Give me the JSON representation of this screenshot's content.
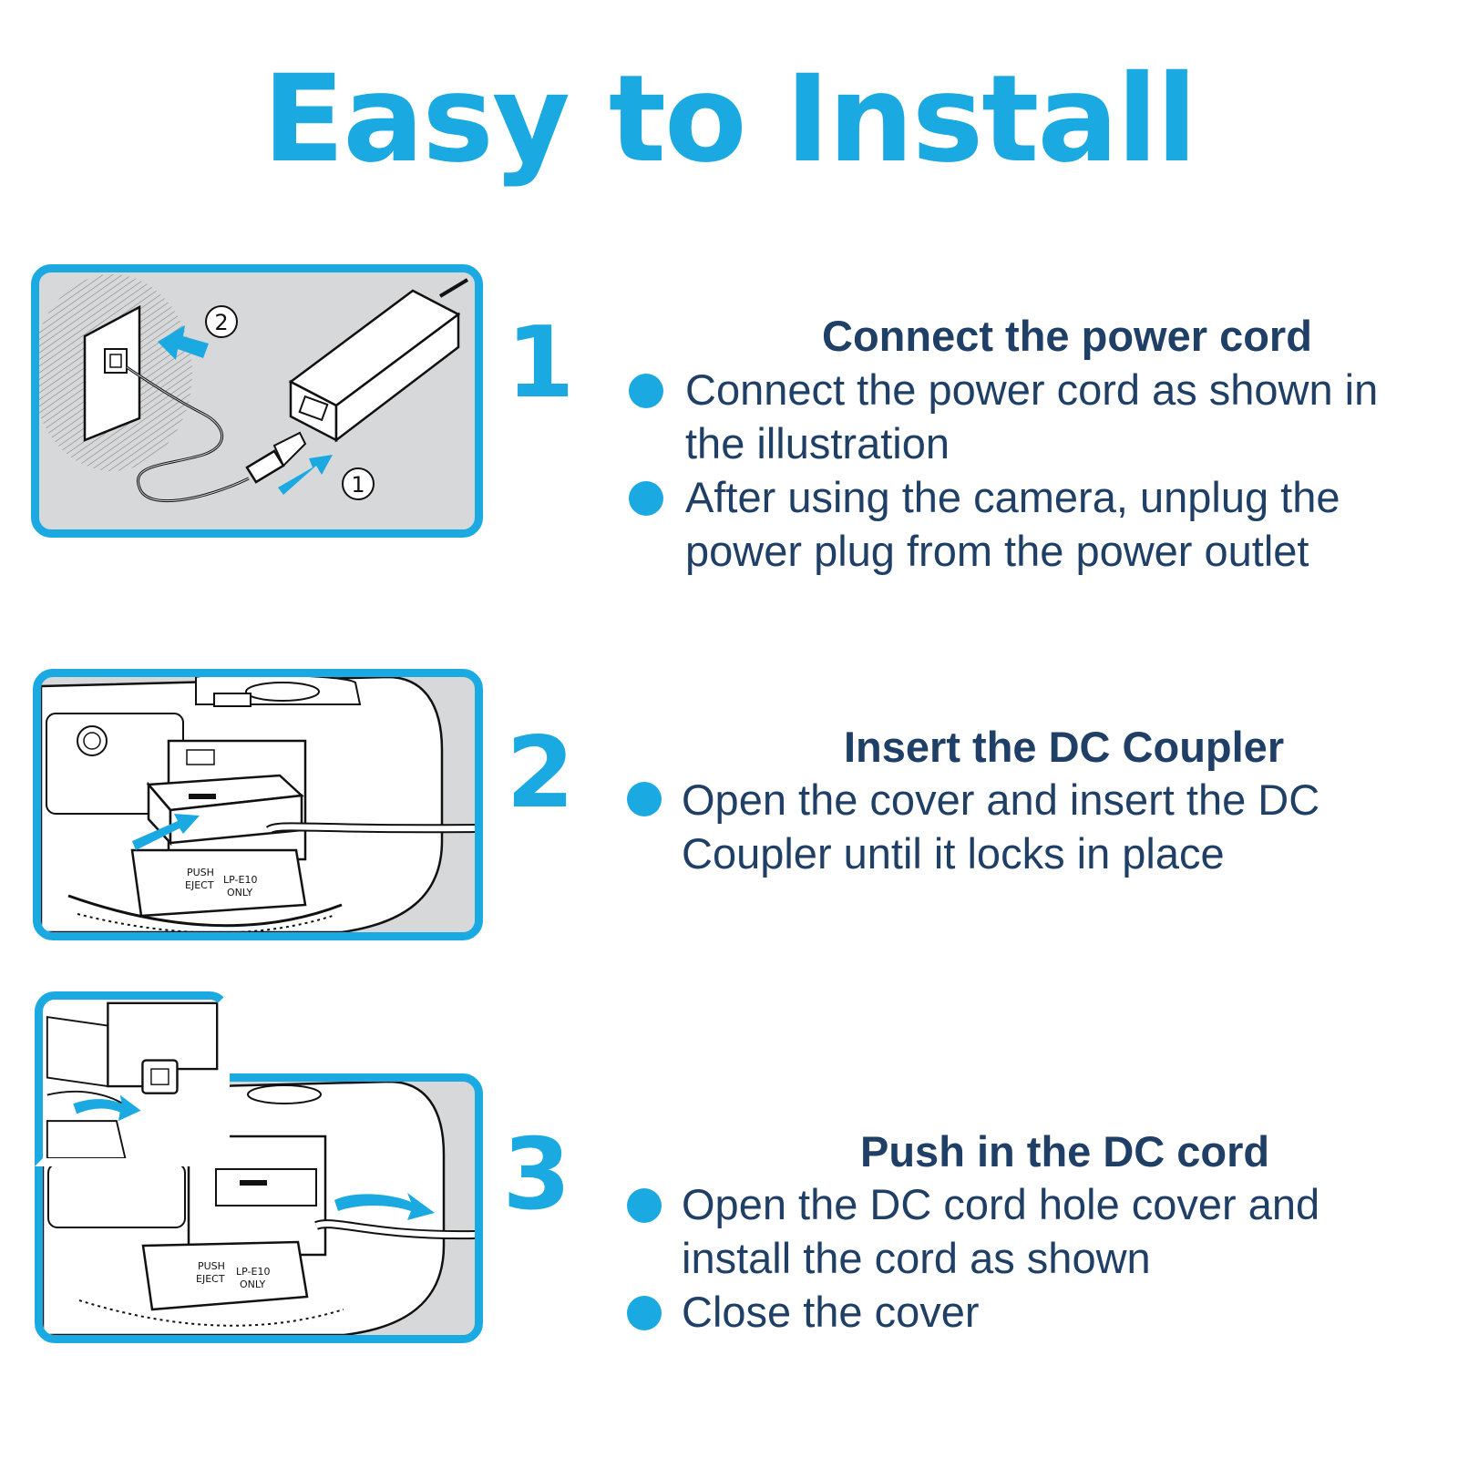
{
  "page": {
    "title": "Easy to Install"
  },
  "steps": [
    {
      "number": "1",
      "title": "Connect the power cord",
      "bullets": [
        [
          "Connect the power cord as shown in",
          "the illustration"
        ],
        [
          "After using the camera, unplug the",
          "power plug from the power outlet"
        ]
      ],
      "callouts": [
        "①",
        "②"
      ]
    },
    {
      "number": "2",
      "title": "Insert the DC Coupler",
      "bullets": [
        [
          "Open the cover and insert the DC",
          "Coupler until it locks in place"
        ]
      ],
      "labels": [
        "PUSH",
        "EJECT",
        "LP-E10",
        "ONLY"
      ]
    },
    {
      "number": "3",
      "title": "Push in the DC cord",
      "bullets": [
        [
          "Open the DC cord hole cover and",
          "install the cord as shown"
        ],
        [
          "Close the cover"
        ]
      ],
      "labels": [
        "PUSH",
        "EJECT",
        "LP-E10",
        "ONLY"
      ]
    }
  ],
  "colors": {
    "accent": "#1ba9e1",
    "text": "#1f3f66",
    "panel_bg": "#d7d8da"
  },
  "icons": [
    "bullet-dot-icon",
    "arrow-icon",
    "power-adapter-icon",
    "wall-outlet-icon",
    "camera-icon"
  ]
}
